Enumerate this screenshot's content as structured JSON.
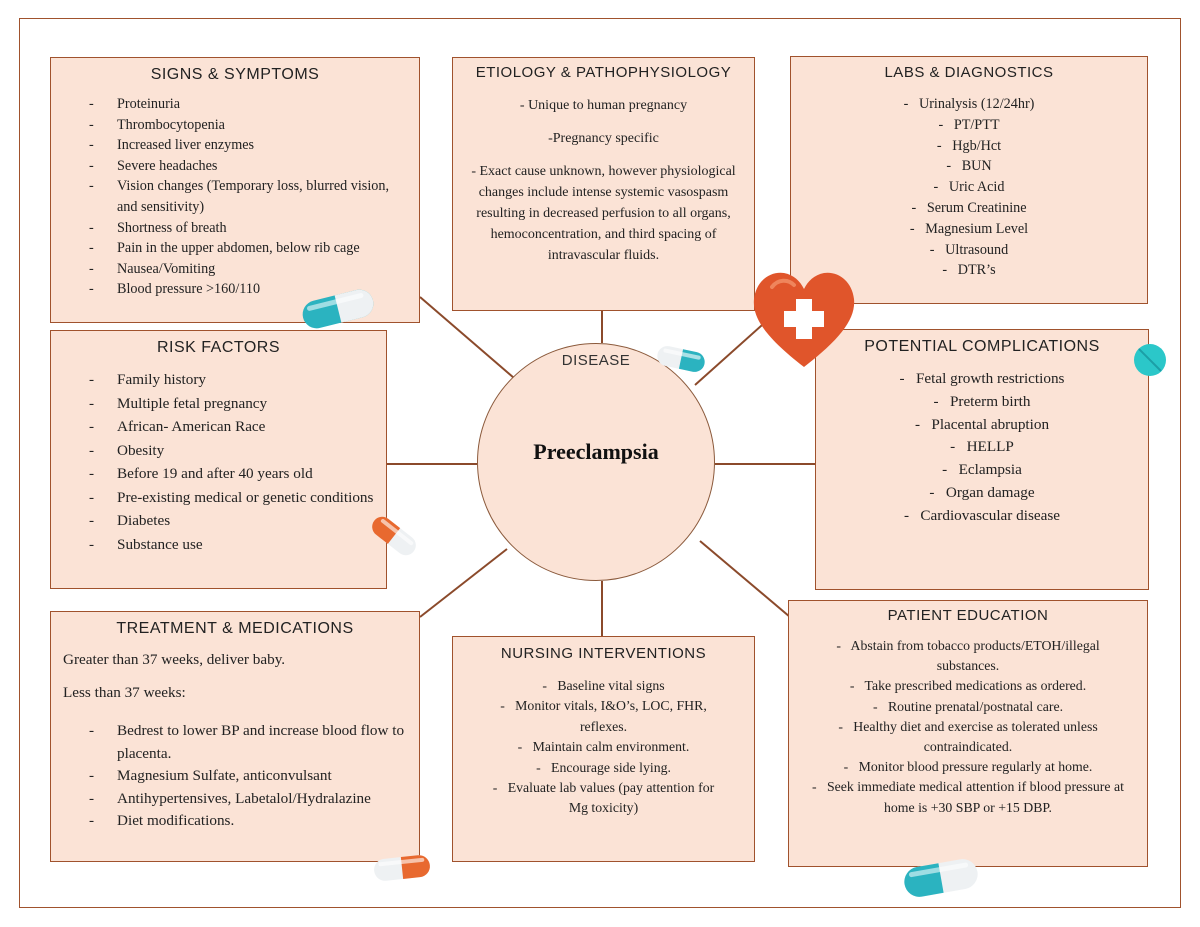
{
  "center": {
    "label": "DISEASE",
    "name": "Preeclampsia"
  },
  "signs": {
    "title": "SIGNS & SYMPTOMS",
    "items": [
      "Proteinuria",
      "Thrombocytopenia",
      "Increased liver enzymes",
      "Severe headaches",
      "Vision changes (Temporary loss, blurred vision, and sensitivity)",
      "Shortness of breath",
      "Pain in the upper abdomen, below rib cage",
      "Nausea/Vomiting",
      "Blood pressure >160/110"
    ]
  },
  "etiology": {
    "title": "ETIOLOGY & PATHOPHYSIOLOGY",
    "paragraphs": [
      "- Unique to human pregnancy",
      "-Pregnancy specific",
      "- Exact cause unknown, however physiological changes include intense systemic vasospasm resulting in decreased perfusion to all organs, hemoconcentration, and third spacing of intravascular fluids."
    ]
  },
  "labs": {
    "title": "LABS & DIAGNOSTICS",
    "items": [
      "Urinalysis (12/24hr)",
      "PT/PTT",
      "Hgb/Hct",
      "BUN",
      "Uric Acid",
      "Serum Creatinine",
      "Magnesium Level",
      "Ultrasound",
      "DTR’s"
    ]
  },
  "risk": {
    "title": "RISK FACTORS",
    "items": [
      "Family history",
      "Multiple fetal pregnancy",
      "African- American Race",
      "Obesity",
      "Before 19 and after 40 years old",
      "Pre-existing medical or genetic conditions",
      "Diabetes",
      "Substance use"
    ]
  },
  "complications": {
    "title": "POTENTIAL COMPLICATIONS",
    "items": [
      "Fetal growth restrictions",
      "Preterm birth",
      "Placental abruption",
      "HELLP",
      "Eclampsia",
      "Organ damage",
      "Cardiovascular disease"
    ]
  },
  "treatment": {
    "title": "TREATMENT & MEDICATIONS",
    "line1": "Greater than 37 weeks, deliver baby.",
    "line2": "Less than 37 weeks:",
    "items": [
      "Bedrest to lower BP and increase blood flow to placenta.",
      "Magnesium Sulfate, anticonvulsant",
      "Antihypertensives, Labetalol/Hydralazine",
      "Diet modifications."
    ]
  },
  "nursing": {
    "title": "NURSING INTERVENTIONS",
    "items": [
      "Baseline vital signs",
      "Monitor vitals, I&O’s, LOC, FHR, reflexes.",
      "Maintain calm environment.",
      "Encourage side lying.",
      "Evaluate lab values (pay attention for Mg toxicity)"
    ]
  },
  "education": {
    "title": "PATIENT EDUCATION",
    "items": [
      "Abstain from tobacco products/ETOH/illegal substances.",
      "Take prescribed medications as ordered.",
      "Routine prenatal/postnatal care.",
      "Healthy diet and exercise as tolerated unless contraindicated.",
      "Monitor blood pressure regularly at home.",
      "Seek immediate medical attention if blood pressure at home is +30 SBP or +15 DBP."
    ]
  },
  "colors": {
    "box_fill": "#fbe3d6",
    "border": "#a0522d",
    "connector": "#8b4a2b",
    "pill_teal": "#2bb3c0",
    "pill_orange": "#e8692f",
    "heart": "#e0552b"
  }
}
